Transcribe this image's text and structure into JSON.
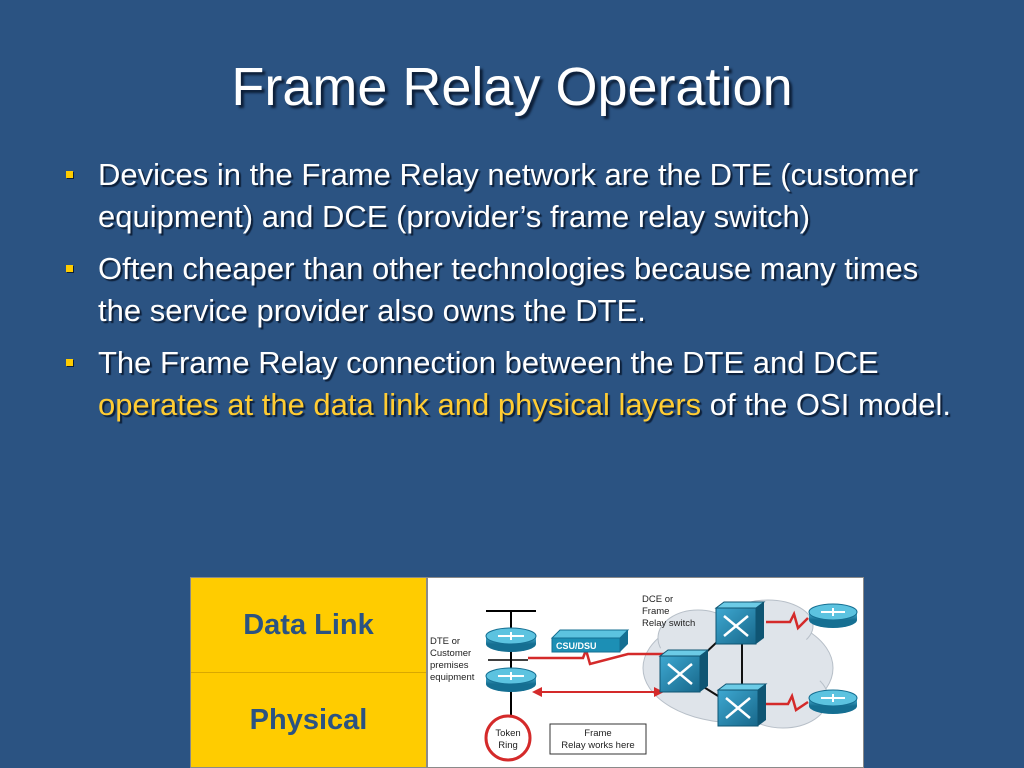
{
  "slide": {
    "title": "Frame Relay Operation",
    "bullets": [
      {
        "text": "Devices in the Frame Relay network are the DTE (customer equipment) and DCE (provider’s frame relay switch)"
      },
      {
        "text": "Often cheaper than other technologies because many times the service provider also owns the DTE."
      },
      {
        "text_before": "The Frame Relay connection between the DTE and DCE ",
        "highlight": "operates at the data link and physical layers",
        "text_after": " of the OSI model."
      }
    ]
  },
  "osi_layers": [
    "Data Link",
    "Physical"
  ],
  "diagram": {
    "dce_label": [
      "DCE or",
      "Frame",
      "Relay switch"
    ],
    "dte_label": [
      "DTE or",
      "Customer",
      "premises",
      "equipment"
    ],
    "csu_label": "CSU/DSU",
    "token_ring_label": [
      "Token",
      "Ring"
    ],
    "frame_relay_label": [
      "Frame",
      "Relay works here"
    ]
  },
  "colors": {
    "background": "#2b5382",
    "highlight_text": "#ffcc33",
    "layer_fill": "#ffcc00",
    "layer_text": "#2b5382",
    "link_red": "#d42a2a",
    "device_blue": "#1c8fb5"
  }
}
